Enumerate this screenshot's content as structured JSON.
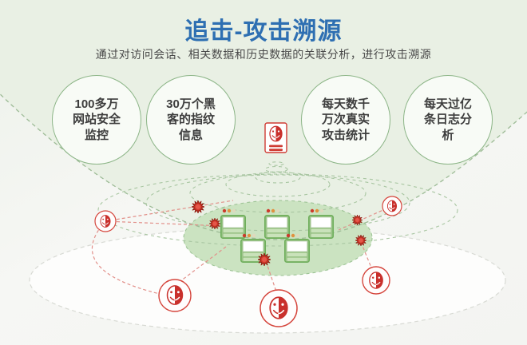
{
  "header": {
    "title": "追击-攻击溯源",
    "subtitle": "通过对访问会话、相关数据和历史数据的关联分析，进行攻击溯源"
  },
  "stat_circles": [
    {
      "lines": [
        "100多万",
        "网站安全",
        "监控"
      ]
    },
    {
      "lines": [
        "30万个黑",
        "客的指纹",
        "信息"
      ]
    },
    {
      "lines": [
        "每天数千",
        "万次真实",
        "攻击统计"
      ]
    },
    {
      "lines": [
        "每天过亿",
        "条日志分",
        "析"
      ]
    }
  ],
  "icons": {
    "hacker_mask": "theater-mask-icon",
    "attack_burst": "attack-burst-icon",
    "server_node": "server-icon",
    "hacker_id_card": "hacker-id-card-icon"
  },
  "colors": {
    "title_blue": "#2e6fb2",
    "circle_border_green": "#8cb587",
    "dome_fill_green": "#e9f0e4",
    "platform_green": "#cbe3c1",
    "server_green": "#6faf5c",
    "alert_red": "#d63a2c",
    "attack_line_red": "#e2908a"
  }
}
